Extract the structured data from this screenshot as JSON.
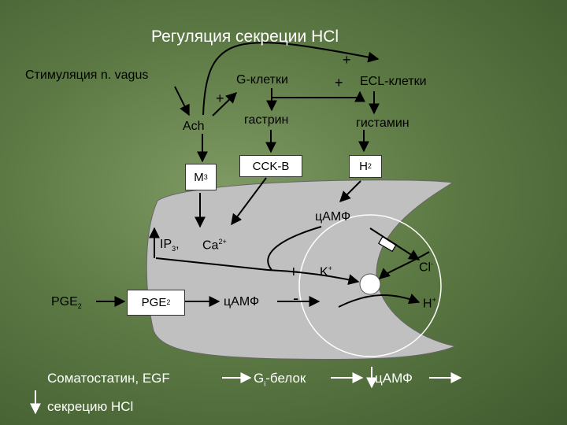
{
  "title": "Регуляция секреции HCl",
  "labels": {
    "vagus": "Стимуляция n. vagus",
    "ach": "Ach",
    "g_cells": "G-клетки",
    "ecl_cells": "ECL-клетки",
    "gastrin": "гастрин",
    "histamine": "гистамин",
    "plus_1": "+",
    "plus_2": "+",
    "plus_3": "+",
    "plus_4": "+",
    "minus": "-",
    "camp_upper": "цАМФ",
    "camp_lower": "цАМФ",
    "ip3_main": "IP",
    "ip3_sub": "3",
    "ip3_comma": ",",
    "ca_main": "Ca",
    "ca_sup": "2+",
    "k_main": "K",
    "k_sup": "+",
    "cl_main": "Cl",
    "cl_sup": "-",
    "h_main": "H",
    "h_sup": "+",
    "pge2_main": "PGE",
    "pge2_sub": "2"
  },
  "boxes": {
    "m3_main": "M",
    "m3_sub": "3",
    "cckb": "CCK-B",
    "h2_main": "H",
    "h2_sub": "2",
    "pge2_main": "PGE",
    "pge2_sub": "2"
  },
  "bottom": {
    "somatostatin": "Соматостатин, EGF",
    "gi_main": "G",
    "gi_sub": "i",
    "gi_rest": "-белок",
    "camp": "цАМФ",
    "secretion": "секрецию HCl"
  },
  "colors": {
    "background": "#5d7a45",
    "cell": "#c0c0c0",
    "text_light": "#ffffff",
    "line": "#000000"
  }
}
